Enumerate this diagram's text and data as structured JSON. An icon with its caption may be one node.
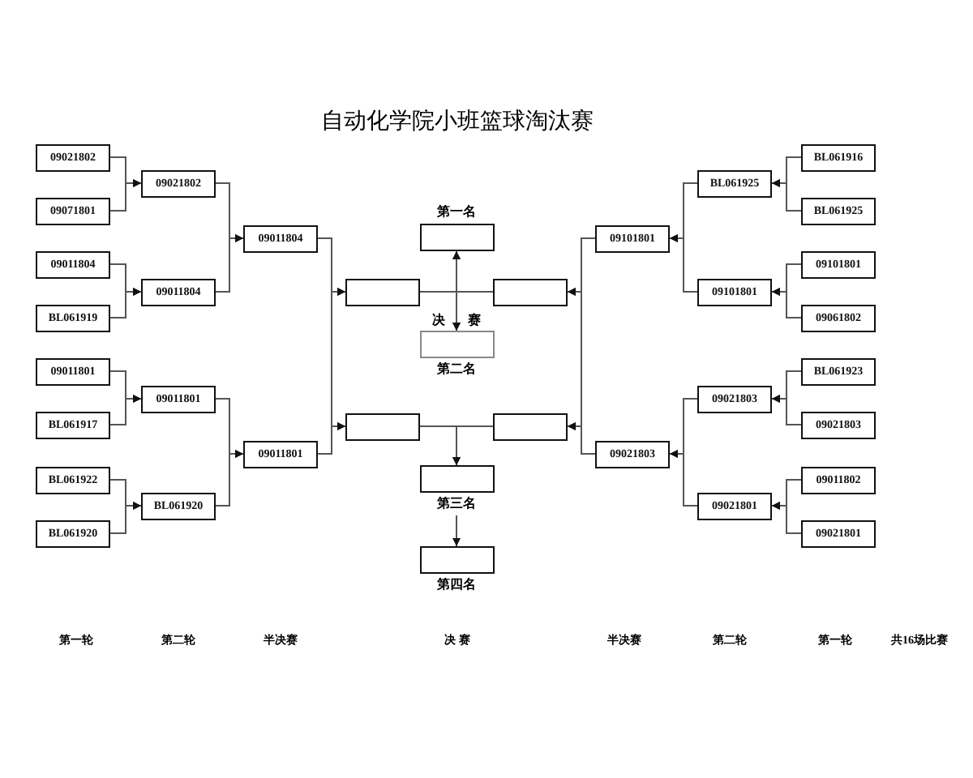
{
  "diagram": {
    "title": "自动化学院小班篮球淘汰赛",
    "nodes": [
      {
        "text": [
          "09021802"
        ]
      },
      {
        "text": [
          "09071801"
        ]
      },
      {
        "text": [
          "09011804"
        ]
      },
      {
        "text": [
          "BL061919"
        ]
      },
      {
        "text": [
          "09011801"
        ]
      },
      {
        "text": [
          "BL061917"
        ]
      },
      {
        "text": [
          "BL061922"
        ]
      },
      {
        "text": [
          "BL061920"
        ]
      },
      {
        "text": [
          "09021802"
        ]
      },
      {
        "text": [
          "09011804"
        ]
      },
      {
        "text": [
          "09011801"
        ]
      },
      {
        "text": [
          "BL061920"
        ]
      },
      {
        "text": [
          "09011804"
        ]
      },
      {
        "text": [
          "09011801"
        ]
      },
      {
        "text": [],
        "shape": "box"
      },
      {
        "text": [],
        "shape": "box"
      },
      {
        "text": [
          "第一名"
        ]
      },
      {
        "text": [
          "第二名"
        ]
      },
      {
        "text": [
          "第三名"
        ]
      },
      {
        "text": [
          "第四名"
        ]
      },
      {
        "text": [],
        "shape": "box"
      },
      {
        "text": [],
        "shape": "box"
      },
      {
        "text": [
          "09101801"
        ]
      },
      {
        "text": [
          "09021803"
        ]
      },
      {
        "text": [
          "BL061925"
        ]
      },
      {
        "text": [
          "09101801"
        ]
      },
      {
        "text": [
          "09021803"
        ]
      },
      {
        "text": [
          "09021801"
        ]
      },
      {
        "text": [
          "BL061916"
        ]
      },
      {
        "text": [
          "BL061925"
        ]
      },
      {
        "text": [
          "09101801"
        ]
      },
      {
        "text": [
          "09061802"
        ]
      },
      {
        "text": [
          "BL061923"
        ]
      },
      {
        "text": [
          "09021803"
        ]
      },
      {
        "text": [
          "09011802"
        ]
      },
      {
        "text": [
          "09021801"
        ]
      }
    ],
    "edges": [
      {
        "from": 0,
        "to": 8,
        "arrow": "to"
      },
      {
        "from": 1,
        "to": 8,
        "arrow": "to"
      },
      {
        "from": 2,
        "to": 9,
        "arrow": "to"
      },
      {
        "from": 3,
        "to": 9,
        "arrow": "to"
      },
      {
        "from": 4,
        "to": 10,
        "arrow": "to"
      },
      {
        "from": 5,
        "to": 10,
        "arrow": "to"
      },
      {
        "from": 6,
        "to": 11,
        "arrow": "to"
      },
      {
        "from": 7,
        "to": 11,
        "arrow": "to"
      },
      {
        "from": 8,
        "to": 12,
        "arrow": "to"
      },
      {
        "from": 9,
        "to": 12,
        "arrow": "to"
      },
      {
        "from": 10,
        "to": 13,
        "arrow": "to"
      },
      {
        "from": 11,
        "to": 13,
        "arrow": "to"
      },
      {
        "from": 12,
        "to": 14,
        "arrow": "to"
      },
      {
        "from": 12,
        "to": 15,
        "arrow": "to"
      },
      {
        "from": 13,
        "to": 14,
        "arrow": "to"
      },
      {
        "from": 13,
        "to": 15,
        "arrow": "to"
      },
      {
        "from": 14,
        "to": 16,
        "arrow": "to"
      },
      {
        "from": 20,
        "to": 16,
        "arrow": "to"
      },
      {
        "from": 14,
        "to": 17,
        "arrow": "to"
      },
      {
        "from": 20,
        "to": 17,
        "arrow": "to"
      },
      {
        "from": 15,
        "to": 18,
        "arrow": "to"
      },
      {
        "from": 21,
        "to": 18,
        "arrow": "to"
      },
      {
        "from": 18,
        "to": 19,
        "arrow": "to"
      },
      {
        "from": 22,
        "to": 20,
        "arrow": "to"
      },
      {
        "from": 22,
        "to": 21,
        "arrow": "to"
      },
      {
        "from": 23,
        "to": 20,
        "arrow": "to"
      },
      {
        "from": 23,
        "to": 21,
        "arrow": "to"
      },
      {
        "from": 24,
        "to": 22,
        "arrow": "to"
      },
      {
        "from": 25,
        "to": 22,
        "arrow": "to"
      },
      {
        "from": 26,
        "to": 23,
        "arrow": "to"
      },
      {
        "from": 27,
        "to": 23,
        "arrow": "to"
      },
      {
        "from": 28,
        "to": 24,
        "arrow": "to"
      },
      {
        "from": 29,
        "to": 24,
        "arrow": "to"
      },
      {
        "from": 30,
        "to": 25,
        "arrow": "to"
      },
      {
        "from": 31,
        "to": 25,
        "arrow": "to"
      },
      {
        "from": 32,
        "to": 26,
        "arrow": "to"
      },
      {
        "from": 33,
        "to": 26,
        "arrow": "to"
      },
      {
        "from": 34,
        "to": 27,
        "arrow": "to"
      },
      {
        "from": 35,
        "to": 27,
        "arrow": "to"
      }
    ],
    "labels": [
      "决 赛",
      "第一轮",
      "第二轮",
      "半决赛",
      "决 赛",
      "半决赛",
      "第二轮",
      "第一轮",
      "共16场比赛"
    ]
  }
}
